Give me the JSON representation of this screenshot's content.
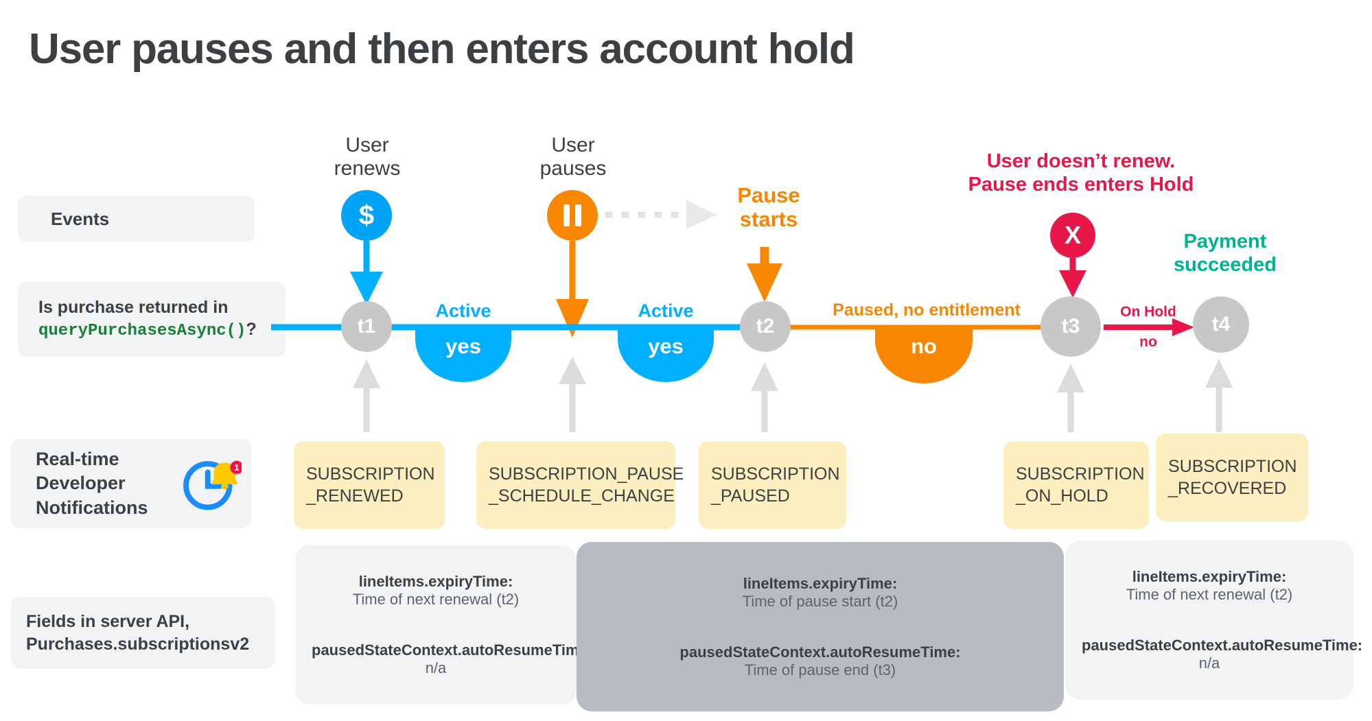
{
  "title": "User pauses and then enters account hold",
  "colors": {
    "blue": "#00b0ff",
    "orange": "#f98600",
    "red": "#e8174a",
    "teal": "#00b294",
    "grey_node": "#c8c8c8",
    "yellow_box": "#fdeec0",
    "chip_grey": "#f1f3f4",
    "panel_dark": "#b6bcc2",
    "code_green": "#188038"
  },
  "row_labels": {
    "events": "Events",
    "query_line1": "Is purchase returned in",
    "query_code": "queryPurchasesAsync()",
    "query_q": "?",
    "rtdn": "Real-time\nDeveloper\nNotifications",
    "fields": "Fields in server API,\nPurchases.subscriptionsv2"
  },
  "events": [
    {
      "name": "user-renews",
      "label": "User\nrenews",
      "icon": "dollar-icon",
      "glyph": "$",
      "color": "#00a3f5"
    },
    {
      "name": "user-pauses",
      "label": "User\npauses",
      "icon": "pause-icon",
      "glyph": "",
      "color": "#f98600"
    },
    {
      "name": "pause-starts",
      "label": "Pause\nstarts",
      "icon": "none",
      "glyph": "",
      "color": "#f98600"
    },
    {
      "name": "user-doesnt-renew",
      "label": "User doesn’t renew.\nPause ends enters Hold",
      "icon": "x-icon",
      "glyph": "X",
      "color": "#e8174a"
    },
    {
      "name": "payment-succeeded",
      "label": "Payment\nsucceeded",
      "icon": "none",
      "glyph": "",
      "color": "#00b294"
    }
  ],
  "timeline": {
    "nodes": [
      "t1",
      "t2",
      "t3",
      "t4"
    ],
    "segments": [
      {
        "state": "Active",
        "answer": "yes",
        "color": "#00b0ff"
      },
      {
        "state": "Active",
        "answer": "yes",
        "color": "#00b0ff"
      },
      {
        "state": "Paused, no entitlement",
        "answer": "no",
        "color": "#f98600"
      },
      {
        "state": "On Hold",
        "answer": "no",
        "color": "#e8174a"
      }
    ]
  },
  "notifications": [
    {
      "name": "subscription-renewed",
      "line1": "SUBSCRIPTION",
      "line2": "_RENEWED"
    },
    {
      "name": "subscription-pause-schedule-change",
      "line1": "SUBSCRIPTION_PAUSE",
      "line2": "_SCHEDULE_CHANGE"
    },
    {
      "name": "subscription-paused",
      "line1": "SUBSCRIPTION",
      "line2": "_PAUSED"
    },
    {
      "name": "subscription-on-hold",
      "line1": "SUBSCRIPTION",
      "line2": "_ON_HOLD"
    },
    {
      "name": "subscription-recovered",
      "line1": "SUBSCRIPTION",
      "line2": "_RECOVERED"
    }
  ],
  "field_panels": [
    {
      "name": "fields-panel-active",
      "expiry_key": "lineItems.expiryTime:",
      "expiry_val": "Time of next renewal (t2)",
      "resume_key": "pausedStateContext.autoResumeTime:",
      "resume_val": "n/a",
      "tone": "light"
    },
    {
      "name": "fields-panel-paused",
      "expiry_key": "lineItems.expiryTime:",
      "expiry_val": "Time of pause start (t2)",
      "resume_key": "pausedStateContext.autoResumeTime:",
      "resume_val": "Time of pause end (t3)",
      "tone": "dark"
    },
    {
      "name": "fields-panel-recovered",
      "expiry_key": "lineItems.expiryTime:",
      "expiry_val": "Time of next renewal (t2)",
      "resume_key": "pausedStateContext.autoResumeTime:",
      "resume_val": "n/a",
      "tone": "light"
    }
  ]
}
